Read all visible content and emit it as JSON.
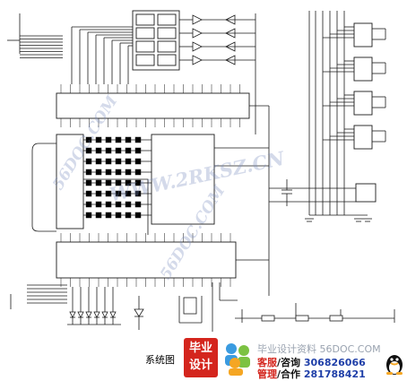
{
  "caption": "系统图",
  "watermarks": {
    "main": "WWW.2RKSZ.CN",
    "side_a": "56DOC.COM",
    "side_b": "56DOC.COM"
  },
  "footer": {
    "logo_line1": "毕业",
    "logo_line2": "设计",
    "site": "毕业设计资料 56DOC.COM",
    "label_service": "客服",
    "label_consult": "/咨询",
    "phone1": "306826066",
    "label_manage": "管理",
    "label_coop": "/合作",
    "phone2": "281788421"
  },
  "colors": {
    "line": "#1a1a1a",
    "logo_red": "#d4251d",
    "phone_blue": "#1f3fa8",
    "watermark": "#8c9cc8"
  },
  "icons": [
    "people-icon",
    "qq-penguin-icon",
    "led-icon",
    "diode-icon"
  ]
}
